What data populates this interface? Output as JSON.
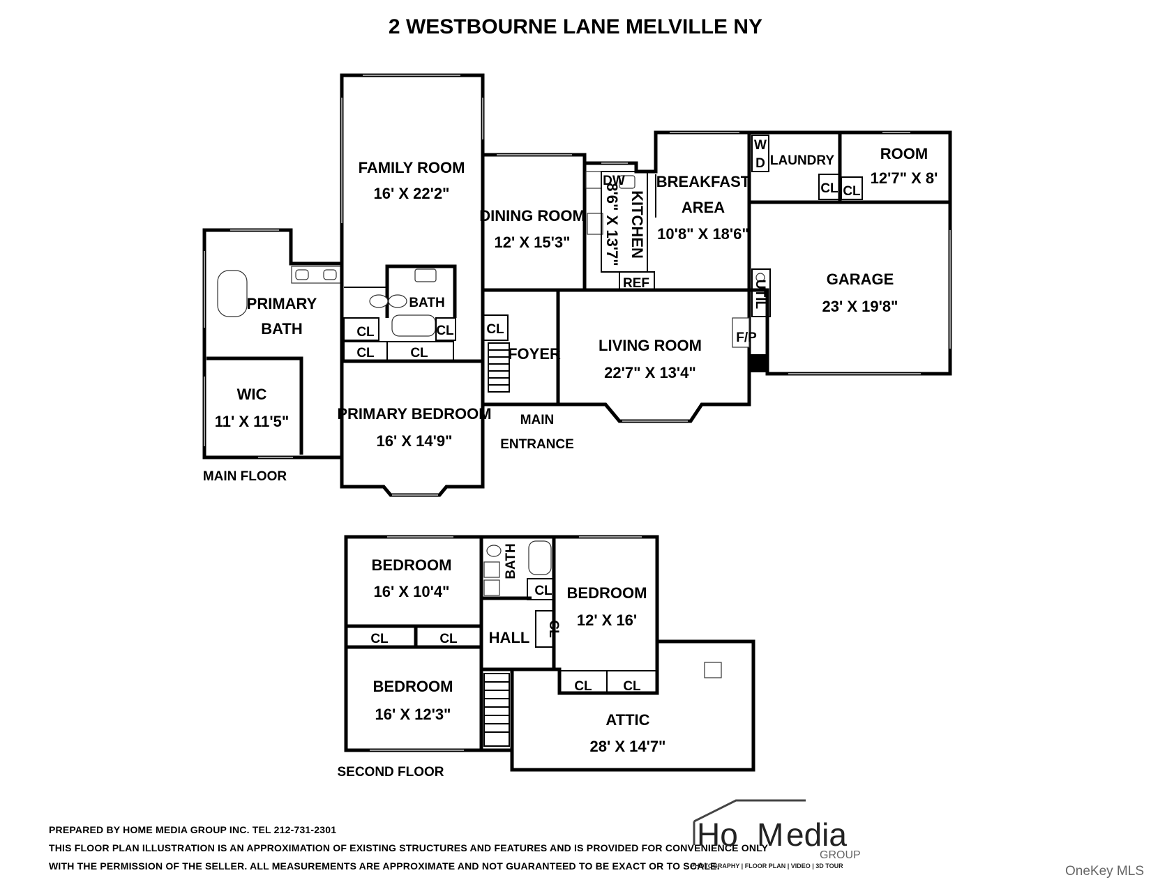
{
  "title": "2 WESTBOURNE LANE MELVILLE NY",
  "floors": {
    "main": "MAIN FLOOR",
    "second": "SECOND FLOOR"
  },
  "main_rooms": {
    "family_room": {
      "name": "FAMILY ROOM",
      "size": "16' X 22'2\""
    },
    "dining_room": {
      "name": "DINING ROOM",
      "size": "12' X 15'3\""
    },
    "kitchen": {
      "name": "KITCHEN",
      "size": "8'6\" X 13'7\""
    },
    "breakfast": {
      "name1": "BREAKFAST",
      "name2": "AREA",
      "size": "10'8\" X 18'6\""
    },
    "laundry": {
      "name": "LAUNDRY"
    },
    "room": {
      "name": "ROOM",
      "size": "12'7\" X 8'"
    },
    "primary_bath": {
      "name1": "PRIMARY",
      "name2": "BATH"
    },
    "bath": {
      "name": "BATH"
    },
    "wic": {
      "name": "WIC",
      "size": "11' X 11'5\""
    },
    "primary_bedroom": {
      "name": "PRIMARY BEDROOM",
      "size": "16' X 14'9\""
    },
    "foyer": {
      "name": "FOYER"
    },
    "living_room": {
      "name": "LIVING ROOM",
      "size": "22'7\" X 13'4\""
    },
    "garage": {
      "name": "GARAGE",
      "size": "23' X 19'8\""
    },
    "main_entrance": {
      "name1": "MAIN",
      "name2": "ENTRANCE"
    }
  },
  "second_rooms": {
    "bedroom_1": {
      "name": "BEDROOM",
      "size": "16' X 10'4\""
    },
    "bedroom_2": {
      "name": "BEDROOM",
      "size": "16' X 12'3\""
    },
    "bedroom_3": {
      "name": "BEDROOM",
      "size": "12' X 16'"
    },
    "bath": {
      "name": "BATH"
    },
    "hall": {
      "name": "HALL"
    },
    "attic": {
      "name": "ATTIC",
      "size": "28' X 14'7\""
    }
  },
  "fixture_labels": {
    "closet": "CL",
    "dishwasher": "DW",
    "refrigerator": "REF",
    "washer": "W",
    "dryer": "D",
    "utility": "UTIL",
    "fireplace": "F/P"
  },
  "footer": {
    "line1": "PREPARED BY  HOME MEDIA GROUP INC.  TEL 212-731-2301",
    "line2": "THIS FLOOR PLAN ILLUSTRATION IS AN APPROXIMATION OF EXISTING STRUCTURES AND FEATURES AND IS PROVIDED FOR CONVENIENCE ONLY",
    "line3": "WITH THE PERMISSION OF THE SELLER. ALL MEASUREMENTS ARE APPROXIMATE AND NOT GUARANTEED TO BE EXACT OR TO SCALE."
  },
  "logo": {
    "name_a": "Ho",
    "name_b": "edia",
    "group": "GROUP",
    "tagline": "PHOTOGRAPHY | FLOOR PLAN | VIDEO | 3D TOUR"
  },
  "watermark": "OneKey MLS"
}
